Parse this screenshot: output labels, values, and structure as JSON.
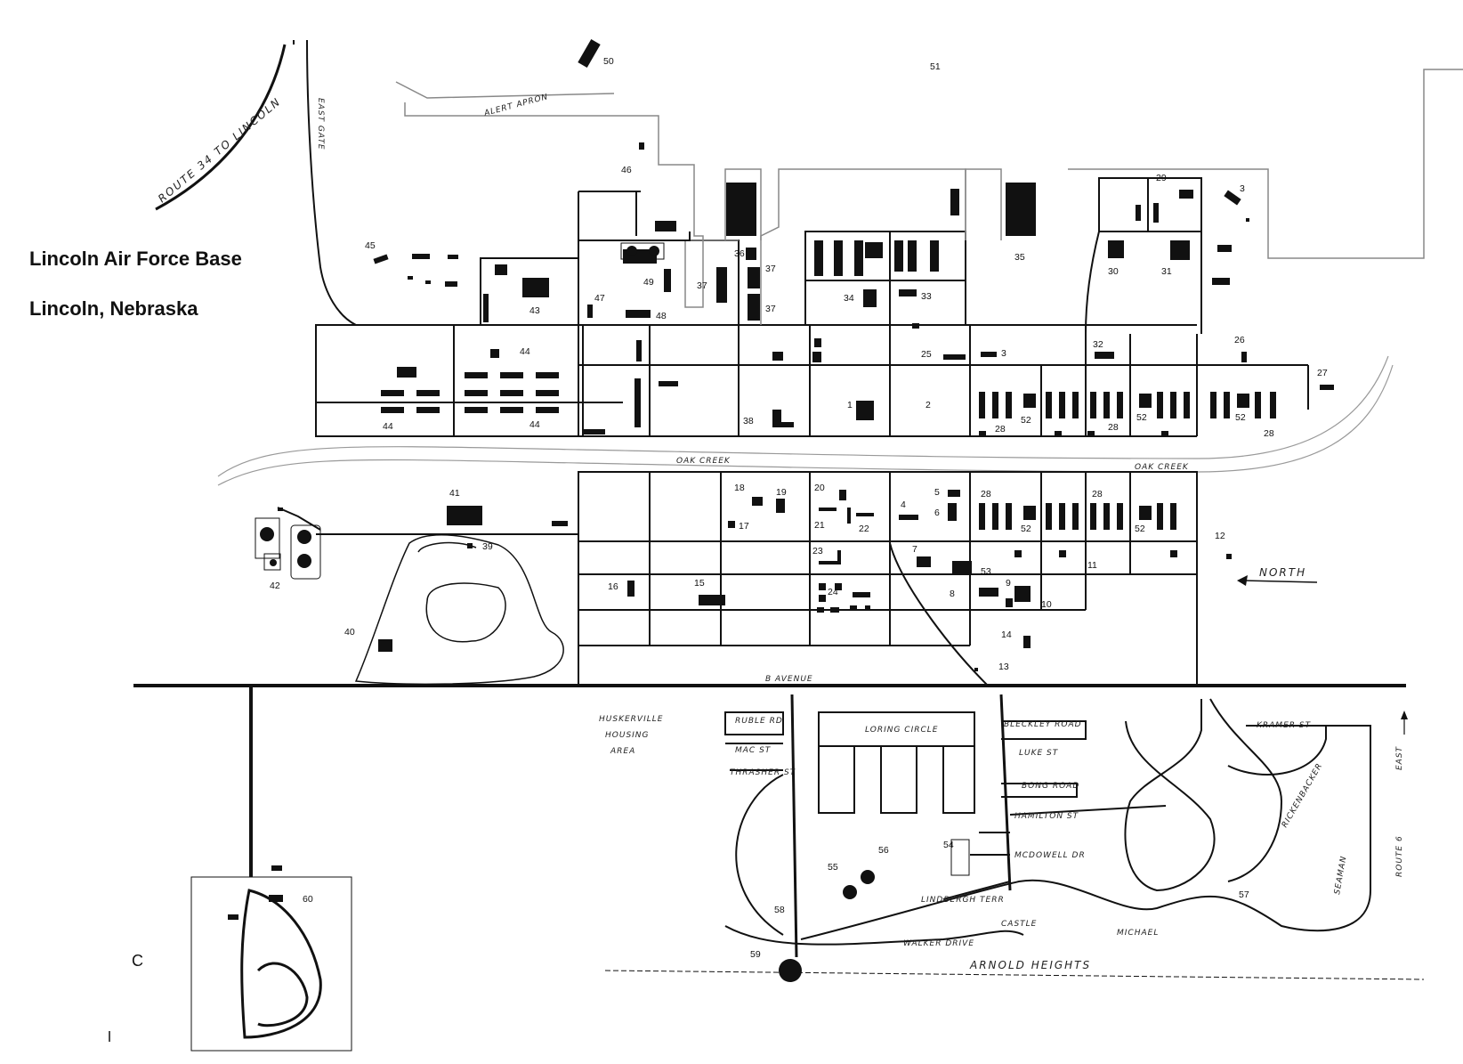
{
  "title": {
    "line1": "Lincoln Air Force Base",
    "line2": "Lincoln, Nebraska"
  },
  "labels": {
    "route": "ROUTE 34 TO LINCOLN",
    "east_gate": "EAST GATE",
    "alert_apron": "ALERT APRON",
    "creek_left": "OAK CREEK",
    "creek_right": "OAK CREEK",
    "north": "NORTH",
    "b_avenue": "B AVENUE",
    "huskerville_1": "HUSKERVILLE",
    "huskerville_2": "HOUSING",
    "huskerville_3": "AREA",
    "arnold_heights": "ARNOLD HEIGHTS",
    "route6": "ROUTE 6",
    "east": "EAST",
    "loring": "LORING CIRCLE",
    "bleckley": "BLECKLEY ROAD",
    "luke": "LUKE ST",
    "bong": "BONG ROAD",
    "hamilton": "HAMILTON ST",
    "mcdowell": "MCDOWELL DR",
    "lindbergh": "LINDBERGH TERR",
    "walker": "WALKER DRIVE",
    "castle": "CASTLE",
    "kramer": "KRAMER ST",
    "rickenbacker": "RICKENBACKER",
    "michael": "MICHAEL",
    "seaman": "SEAMAN",
    "ruble": "RUBLE RD",
    "mac": "MAC ST",
    "thrasher": "THRASHER ST"
  },
  "buildings": [
    "1",
    "2",
    "3",
    "4",
    "5",
    "6",
    "7",
    "8",
    "9",
    "10",
    "11",
    "12",
    "13",
    "14",
    "15",
    "16",
    "17",
    "18",
    "19",
    "20",
    "21",
    "22",
    "23",
    "24",
    "25",
    "26",
    "27",
    "28",
    "29",
    "30",
    "31",
    "32",
    "33",
    "34",
    "35",
    "36",
    "37",
    "38",
    "39",
    "40",
    "41",
    "42",
    "43",
    "44",
    "45",
    "46",
    "47",
    "48",
    "49",
    "50",
    "51",
    "52",
    "53",
    "54",
    "55",
    "56",
    "57",
    "58",
    "59",
    "60"
  ],
  "corner_mark": "C"
}
